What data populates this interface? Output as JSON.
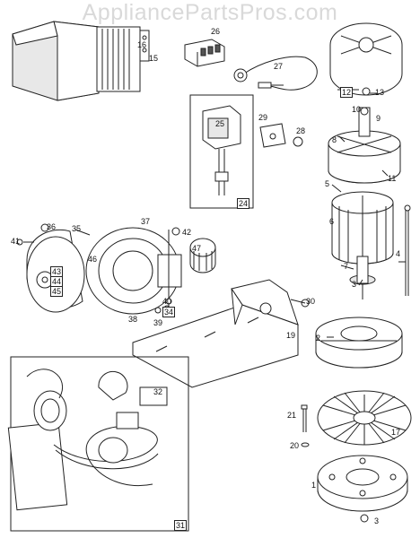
{
  "watermark": "AppliancePartsPros.com",
  "callouts": {
    "c1": "1",
    "c2": "2",
    "c3": "3",
    "c4": "4",
    "c5": "5",
    "c6": "6",
    "c7": "7",
    "c8": "8",
    "c9": "9",
    "c10": "10",
    "c11": "11",
    "c12": "12",
    "c13": "13",
    "c15": "15",
    "c16": "16",
    "c17": "17",
    "c19": "19",
    "c20": "20",
    "c21": "21",
    "c24": "24",
    "c25": "25",
    "c26": "26",
    "c27": "27",
    "c28": "28",
    "c29": "29",
    "c30": "30",
    "c31": "31",
    "c32": "32",
    "c34": "34",
    "c35": "35",
    "c36": "36",
    "c37": "37",
    "c38": "38",
    "c39": "39",
    "c40": "40",
    "c41": "41",
    "c42": "42",
    "c43": "43",
    "c44": "44",
    "c45": "45",
    "c46": "46",
    "c47": "47"
  }
}
